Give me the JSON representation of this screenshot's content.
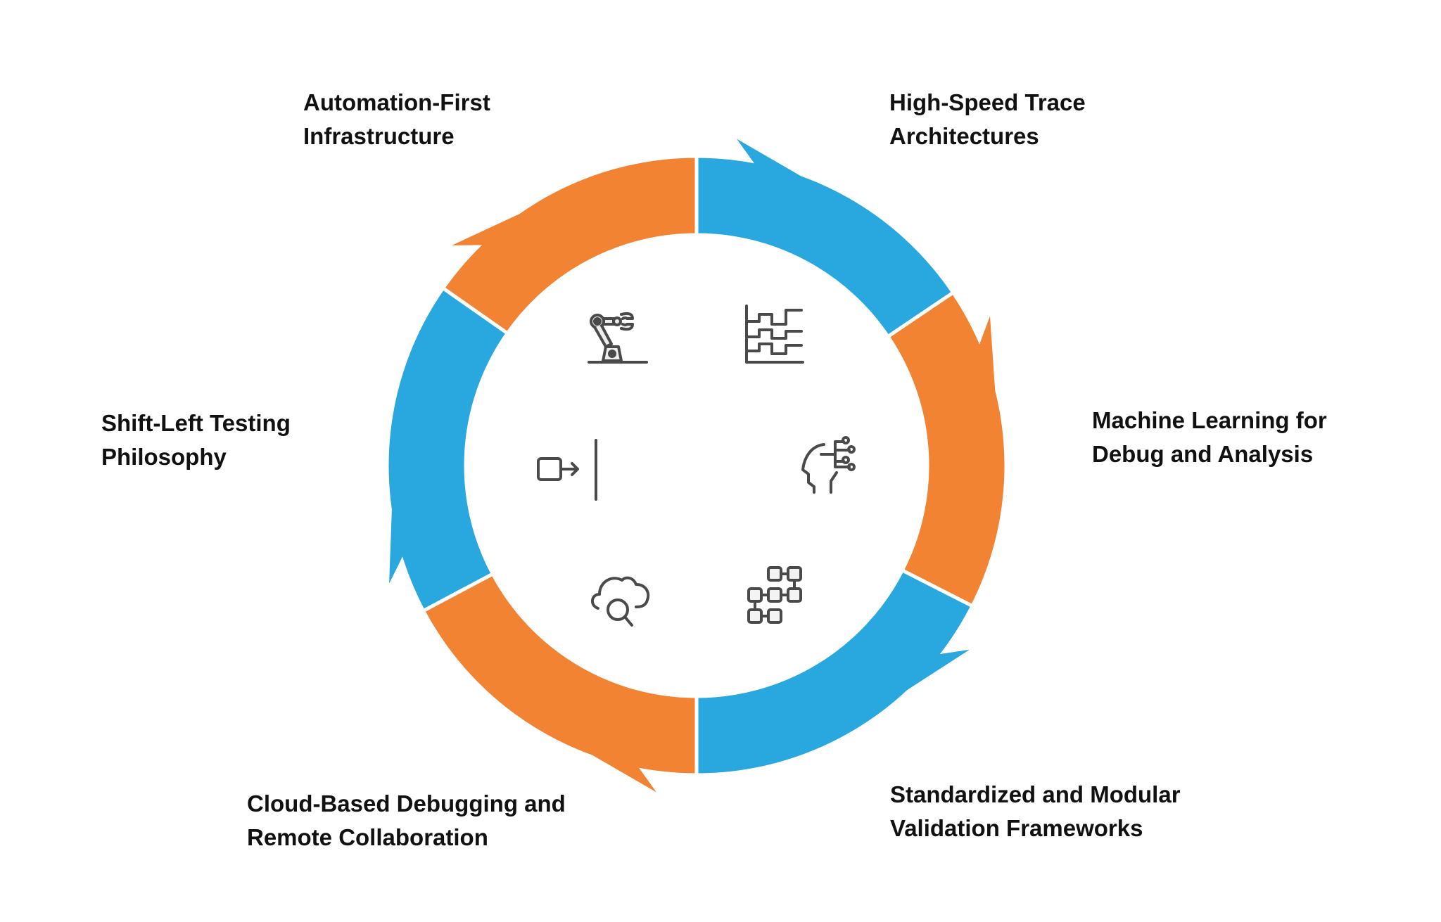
{
  "colors": {
    "blue": "#29A8DF",
    "orange": "#F28333",
    "icon": "#4a4a4a"
  },
  "items": [
    {
      "title_line1": "Automation-First",
      "title_line2": "Infrastructure",
      "icon": "robot-arm-icon",
      "color": "blue"
    },
    {
      "title_line1": "High-Speed Trace",
      "title_line2": "Architectures",
      "icon": "signal-trace-icon",
      "color": "orange"
    },
    {
      "title_line1": "Machine Learning for",
      "title_line2": "Debug and Analysis",
      "icon": "ai-head-icon",
      "color": "blue"
    },
    {
      "title_line1": "Standardized and Modular",
      "title_line2": "Validation Frameworks",
      "icon": "modular-blocks-icon",
      "color": "orange"
    },
    {
      "title_line1": "Cloud-Based Debugging and",
      "title_line2": "Remote Collaboration",
      "icon": "cloud-search-icon",
      "color": "blue"
    },
    {
      "title_line1": "Shift-Left Testing",
      "title_line2": "Philosophy",
      "icon": "shift-left-icon",
      "color": "orange"
    }
  ]
}
